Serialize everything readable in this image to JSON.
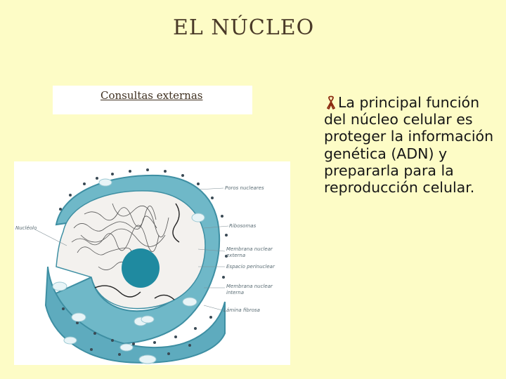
{
  "slide": {
    "title": "EL NÚCLEO",
    "link_text": "Consultas externas",
    "bullet_icon": "ribbon-bullet-icon",
    "bullet_color": "#8b2a10",
    "bullet_text": "La principal función del núcleo celular es proteger la información genética (ADN) y prepararla para la reproducción celular."
  },
  "figure": {
    "labels": {
      "poros": "Poros nucleares",
      "ribosomas": "Ribosomas",
      "nucleolo": "Nucléolo",
      "membrana_externa_1": "Membrana nuclear",
      "membrana_externa_2": "externa",
      "espacio": "Espacio perinuclear",
      "membrana_interna_1": "Membrana nuclear",
      "membrana_interna_2": "interna",
      "lamina": "Lámina fibrosa"
    },
    "colors": {
      "membrane": "#6fb8c8",
      "nucleolus": "#1f8aa0",
      "interior": "#f3f1ee"
    }
  }
}
